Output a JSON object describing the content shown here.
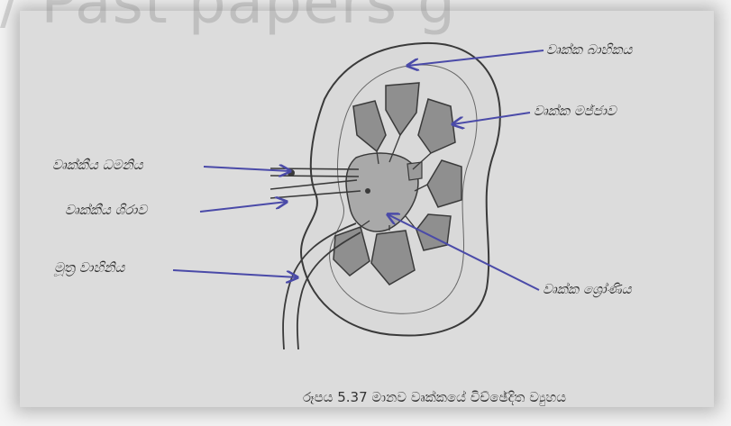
{
  "watermark": "/ Past papers g",
  "labels": {
    "capsule": "වෘක්ක බාහිකය",
    "medulla": "වෘක්ක මජ්ජාව",
    "artery": "වෘක්කීය ධමනිය",
    "vein": "වෘක්කීය ශිරාව",
    "ureter": "මූත්‍ර වාහිනිය",
    "pelvis": "වෘක්ක ශ්‍රෝණිය"
  },
  "caption": "රූපය 5.37 මානව වෘක්කයේ විච්ඡේදිත ව්‍යුහය",
  "colors": {
    "arrow": "#4a4aa8",
    "outline": "#3a3a3a",
    "pyramid": "#8f8f8f",
    "pelvis_fill": "#a9a9a9",
    "paper": "#dcdcdc"
  }
}
